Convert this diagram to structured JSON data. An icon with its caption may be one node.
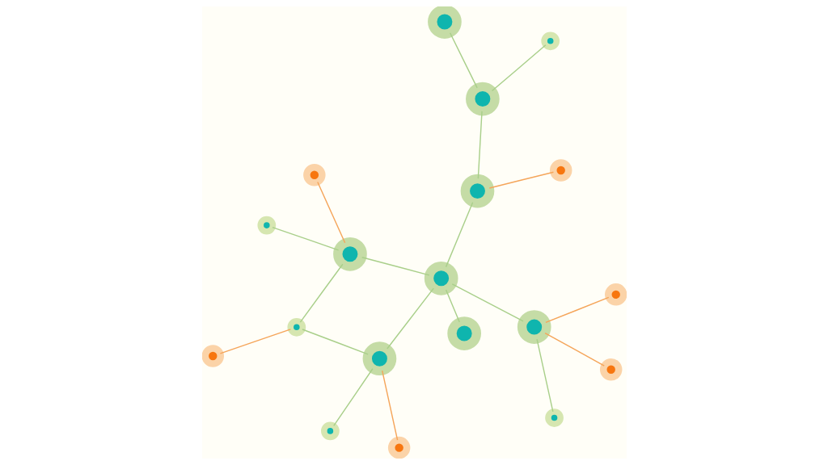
{
  "diagram": {
    "nodes": [
      {
        "text": [],
        "shape": "circle"
      },
      {
        "text": [],
        "shape": "circle"
      },
      {
        "text": [],
        "shape": "circle"
      },
      {
        "text": [],
        "shape": "circle"
      },
      {
        "text": [],
        "shape": "circle"
      },
      {
        "text": [],
        "shape": "circle"
      },
      {
        "text": [],
        "shape": "circle"
      },
      {
        "text": [],
        "shape": "circle"
      },
      {
        "text": [],
        "shape": "circle"
      },
      {
        "text": [],
        "shape": "circle"
      },
      {
        "text": [],
        "shape": "circle"
      },
      {
        "text": [],
        "shape": "circle"
      },
      {
        "text": [],
        "shape": "circle"
      },
      {
        "text": [],
        "shape": "circle"
      },
      {
        "text": [],
        "shape": "circle"
      },
      {
        "text": [],
        "shape": "circle"
      },
      {
        "text": [],
        "shape": "circle"
      },
      {
        "text": [],
        "shape": "circle"
      },
      {
        "text": [],
        "shape": "circle"
      }
    ],
    "edges": [
      {
        "from": 1,
        "to": 11,
        "arrow": "none"
      },
      {
        "from": 0,
        "to": 4,
        "arrow": "none"
      },
      {
        "from": 2,
        "to": 4,
        "arrow": "none",
        "color": "#f5a55a"
      },
      {
        "from": 4,
        "to": 8,
        "arrow": "none"
      },
      {
        "from": 4,
        "to": 11,
        "arrow": "none"
      },
      {
        "from": 5,
        "to": 9,
        "arrow": "none",
        "color": "#f5a55a"
      },
      {
        "from": 7,
        "to": 9,
        "arrow": "none"
      },
      {
        "from": 9,
        "to": 11,
        "arrow": "none"
      },
      {
        "from": 13,
        "to": 9,
        "arrow": "none",
        "color": "#f5a55a"
      },
      {
        "from": 8,
        "to": 6,
        "arrow": "none",
        "color": "#f5a55a"
      },
      {
        "from": 8,
        "to": 15,
        "arrow": "none"
      },
      {
        "from": 3,
        "to": 10,
        "arrow": "none"
      },
      {
        "from": 10,
        "to": 12,
        "arrow": "none"
      },
      {
        "from": 10,
        "to": 14,
        "arrow": "none"
      },
      {
        "from": 11,
        "to": 14,
        "arrow": "none"
      },
      {
        "from": 11,
        "to": 15,
        "arrow": "none"
      },
      {
        "from": 14,
        "to": 16,
        "arrow": "none",
        "color": "#f5a55a"
      },
      {
        "from": 15,
        "to": 18,
        "arrow": "none"
      },
      {
        "from": 15,
        "to": 17,
        "arrow": "none",
        "color": "#f5a55a"
      }
    ]
  }
}
